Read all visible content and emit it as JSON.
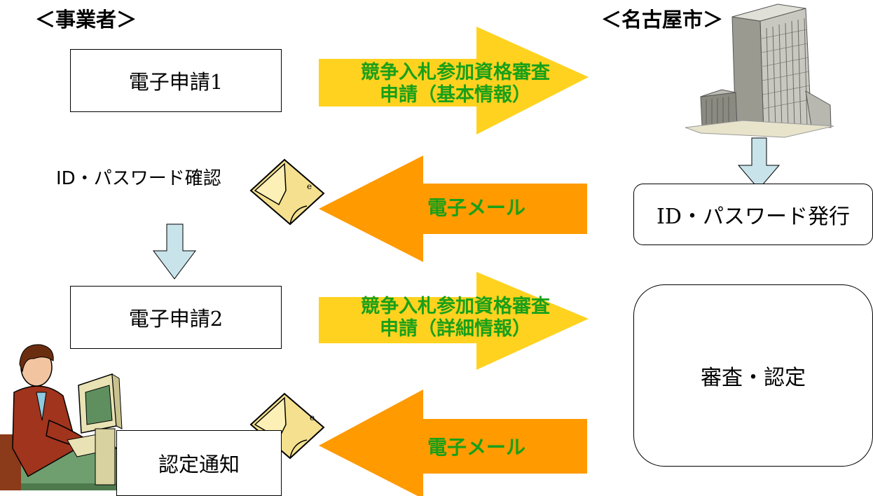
{
  "headers": {
    "left": "＜事業者＞",
    "right": "＜名古屋市＞"
  },
  "left_boxes": {
    "apply1": "電子申請1",
    "id_confirm": "ID・パスワード確認",
    "apply2": "電子申請2",
    "notice": "認定通知"
  },
  "right_boxes": {
    "issue": "ID・パスワード発行",
    "review": "審査・認定"
  },
  "arrows": {
    "a1_line1": "競争入札参加資格審査",
    "a1_line2": "申請（基本情報）",
    "a2": "電子メール",
    "a3_line1": "競争入札参加資格審査",
    "a3_line2": "申請（詳細情報）",
    "a4": "電子メール"
  },
  "colors": {
    "yellow_arrow": "#ffd21f",
    "orange_arrow": "#ff9a00",
    "arrow_text": "#19a019",
    "down_arrow": "#c8e3ea"
  }
}
